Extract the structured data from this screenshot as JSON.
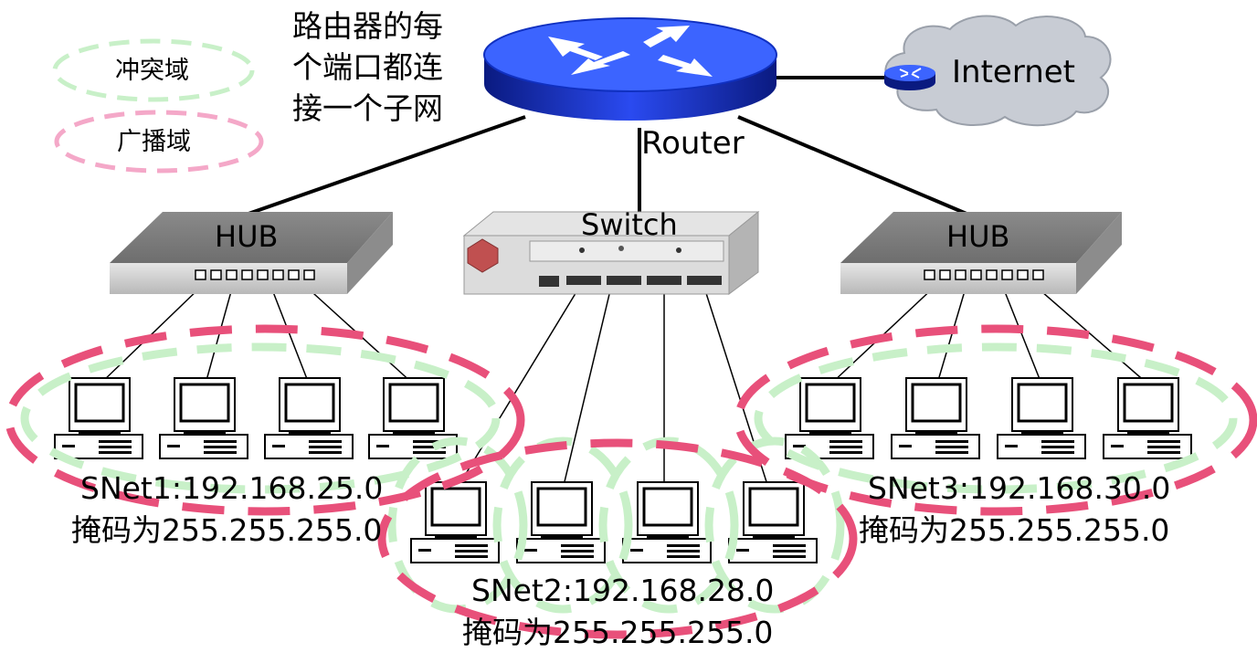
{
  "legend": {
    "collision_domain": "冲突域",
    "broadcast_domain": "广播域"
  },
  "note": {
    "line1": "路由器的每",
    "line2": "个端口都连",
    "line3": "接一个子网"
  },
  "devices": {
    "router": "Router",
    "internet": "Internet",
    "switch": "Switch",
    "hub_left": "HUB",
    "hub_right": "HUB"
  },
  "subnets": [
    {
      "name": "SNet1:192.168.25.0",
      "mask": "掩码为255.255.255.0"
    },
    {
      "name": "SNet2:192.168.28.0",
      "mask": "掩码为255.255.255.0"
    },
    {
      "name": "SNet3:192.168.30.0",
      "mask": "掩码为255.255.255.0"
    }
  ],
  "colors": {
    "collision_domain": "#c8f0c8",
    "broadcast_domain": "#e8507a",
    "legend_collision": "#c8f0c8",
    "legend_broadcast": "#f4a8c8",
    "router": "#1a3cd8",
    "cloud": "#c8ccd4"
  }
}
